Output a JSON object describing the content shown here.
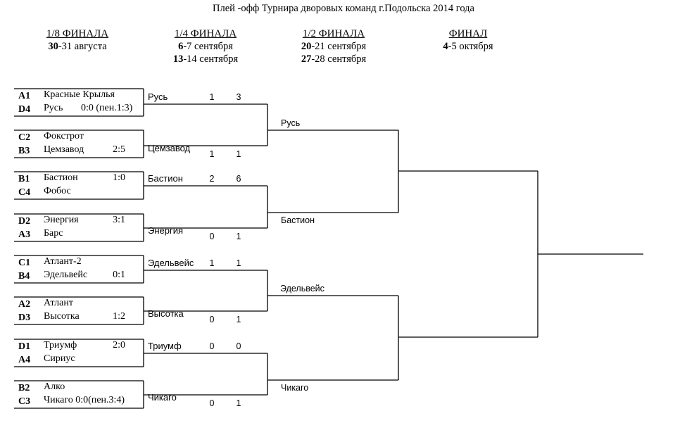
{
  "title": "Плей -офф Турнира дворовых  команд г.Подольска 2014 года",
  "rounds": [
    {
      "name": "1/8 ФИНАЛА",
      "dates": [
        {
          "bold": "30",
          "rest": "-31 августа"
        }
      ]
    },
    {
      "name": "1/4 ФИНАЛА",
      "dates": [
        {
          "bold": "6",
          "rest": "-7 сентября"
        },
        {
          "bold": "13",
          "rest": "-14 сентября"
        }
      ]
    },
    {
      "name": "1/2 ФИНАЛА",
      "dates": [
        {
          "bold": "20",
          "rest": "-21 сентября"
        },
        {
          "bold": "27",
          "rest": "-28 сентября"
        }
      ]
    },
    {
      "name": "ФИНАЛ",
      "dates": [
        {
          "bold": "4",
          "rest": "-5 октября"
        }
      ]
    }
  ],
  "round_of_16": [
    {
      "seed1": "A1",
      "team1": "Красные Крылья",
      "seed2": "D4",
      "team2": "Русь",
      "score": "0:0 (пен.1:3)",
      "score_row": 2
    },
    {
      "seed1": "C2",
      "team1": "Фокстрот",
      "seed2": "B3",
      "team2": "Цемзавод",
      "score": "2:5",
      "score_row": 2
    },
    {
      "seed1": "B1",
      "team1": "Бастион",
      "seed2": "C4",
      "team2": "Фобос",
      "score": "1:0",
      "score_row": 1
    },
    {
      "seed1": "D2",
      "team1": "Энергия",
      "seed2": "A3",
      "team2": "Барс",
      "score": "3:1",
      "score_row": 1
    },
    {
      "seed1": "C1",
      "team1": "Атлант-2",
      "seed2": "B4",
      "team2": "Эдельвейс",
      "score": "0:1",
      "score_row": 2
    },
    {
      "seed1": "A2",
      "team1": "Атлант",
      "seed2": "D3",
      "team2": "Высотка",
      "score": "1:2",
      "score_row": 2
    },
    {
      "seed1": "D1",
      "team1": "Триумф",
      "seed2": "A4",
      "team2": "Сириус",
      "score": "2:0",
      "score_row": 1
    },
    {
      "seed1": "B2",
      "team1": "Алко",
      "seed2": "C3",
      "team2": "Чикаго 0:0(пен.3:4)",
      "score": "",
      "score_row": 2
    }
  ],
  "quarterfinals": [
    {
      "team": "Русь",
      "g1": "1",
      "g2": "3"
    },
    {
      "team": "Цемзавод",
      "g1": "1",
      "g2": "1"
    },
    {
      "team": "Бастион",
      "g1": "2",
      "g2": "6"
    },
    {
      "team": "Энергия",
      "g1": "0",
      "g2": "1"
    },
    {
      "team": "Эдельвейс",
      "g1": "1",
      "g2": "1"
    },
    {
      "team": "Высотка",
      "g1": "0",
      "g2": "1"
    },
    {
      "team": "Триумф",
      "g1": "0",
      "g2": "0"
    },
    {
      "team": "Чикаго",
      "g1": "0",
      "g2": "1"
    }
  ],
  "semifinals": [
    "Русь",
    "Бастион",
    "Эдельвейс",
    "Чикаго"
  ],
  "final": [
    "",
    ""
  ]
}
